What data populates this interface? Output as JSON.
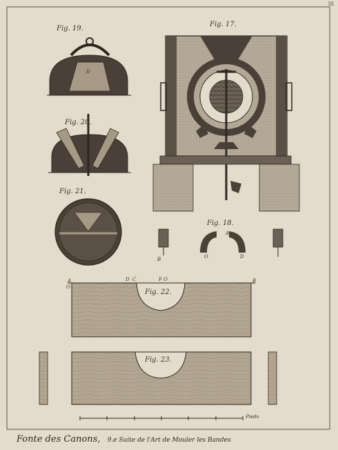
{
  "plate": {
    "corner_mark": "III",
    "caption_title": "Fonte des Canons,",
    "caption_sub": "9.e Suite de l'Art de Mouler les Bandes",
    "scale_label": "Pieds"
  },
  "figures": {
    "fig19": "Fig. 19.",
    "fig17": "Fig. 17.",
    "fig20": "Fig. 20.",
    "fig21": "Fig. 21.",
    "fig18": "Fig. 18.",
    "fig22": "Fig. 22.",
    "fig23": "Fig. 23."
  },
  "letters": {
    "a": "A",
    "b": "B",
    "c": "C",
    "d": "D",
    "o": "O",
    "ii": "II",
    "fo": "F O"
  },
  "colors": {
    "paper": "#e3dbcb",
    "ink": "#3a3128",
    "dark_fill": "#4a4038",
    "wood": "#b7ab98"
  }
}
